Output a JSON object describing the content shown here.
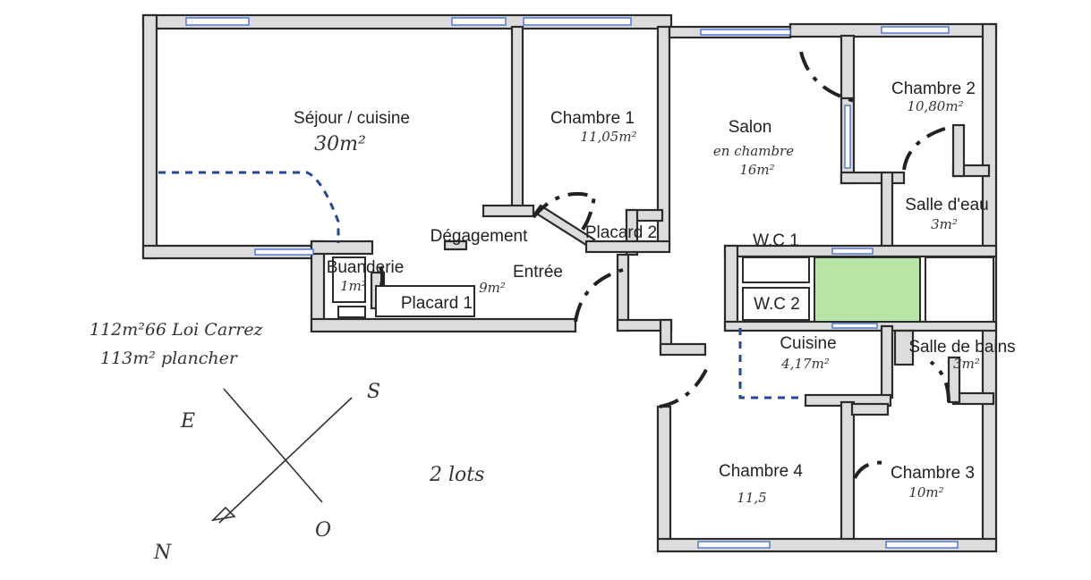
{
  "rooms": {
    "sejour": {
      "name": "Séjour / cuisine",
      "area": "30m²"
    },
    "chambre1": {
      "name": "Chambre 1",
      "area": "11,05m²"
    },
    "salon": {
      "name": "Salon",
      "note": "en chambre",
      "area": "16m²"
    },
    "chambre2": {
      "name": "Chambre 2",
      "area": "10,80m²"
    },
    "salle_eau": {
      "name": "Salle d'eau",
      "area": "3m²"
    },
    "degagement": {
      "name": "Dégagement"
    },
    "placard2": {
      "name": "Placard 2"
    },
    "entree": {
      "name": "Entrée",
      "area": "9m²"
    },
    "buanderie": {
      "name": "Buanderie",
      "area": "1m²"
    },
    "placard1": {
      "name": "Placard 1"
    },
    "wc1": {
      "name": "W.C 1"
    },
    "wc2": {
      "name": "W.C 2"
    },
    "cuisine": {
      "name": "Cuisine",
      "area": "4,17m²"
    },
    "salle_bains": {
      "name": "Salle de bains",
      "area": "3m²"
    },
    "chambre4": {
      "name": "Chambre 4",
      "area": "11,5"
    },
    "chambre3": {
      "name": "Chambre 3",
      "area": "10m²"
    }
  },
  "notes": {
    "line1": "112m²66 Loi Carrez",
    "line2": "113m² plancher",
    "lots": "2 lots"
  },
  "compass": {
    "e": "E",
    "s": "S",
    "n": "N",
    "o": "O"
  },
  "colors": {
    "highlight": "#b9e6a6",
    "window": "#4a6fd0",
    "dashed": "#23469a"
  }
}
